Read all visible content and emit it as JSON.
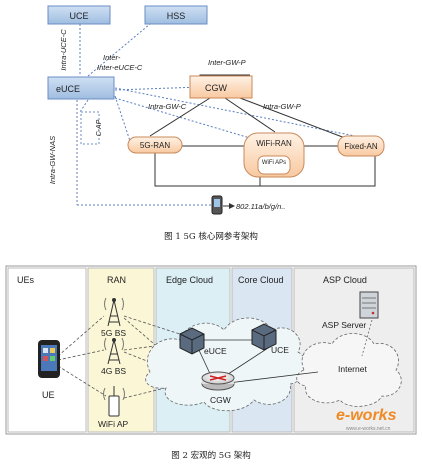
{
  "figure1": {
    "caption": "图 1   5G 核心网参考架构",
    "nodes": {
      "uce": "UCE",
      "hss": "HSS",
      "euce": "eUCE",
      "cgw": "CGW",
      "ran5g": "5G-RAN",
      "wifi_ran": "WiFi-RAN",
      "wifi_aps": "WiFi APs",
      "fixed_an": "Fixed-AN"
    },
    "links": {
      "intra_uce_c": "Intra-UCE-C",
      "inter_euce_c": "Inter-eUCE-C",
      "inter_gw_p": "Inter-GW-P",
      "intra_gw_c": "Intra-GW-C",
      "intra_gw_p": "Intra-GW-P",
      "c_ap": "C-AP",
      "intra_gw_nas": "Intra-GW-NAS",
      "radio": "802.11a/b/g/n.."
    }
  },
  "figure2": {
    "caption": "图 2   宏观的 5G 架构",
    "columns": {
      "ues": "UEs",
      "ran": "RAN",
      "edge_cloud": "Edge Cloud",
      "core_cloud": "Core Cloud",
      "asp_cloud": "ASP Cloud"
    },
    "labels": {
      "ue": "UE",
      "bs5g": "5G BS",
      "bs4g": "4G BS",
      "wifi_ap": "WiFi AP",
      "euce": "eUCE",
      "uce": "UCE",
      "cgw": "CGW",
      "asp_server": "ASP Server",
      "internet": "Internet"
    },
    "watermark": "e-works",
    "watermark_url": "www.e-works.net.cn",
    "colors": {
      "ran_bg": "#fbf7d6",
      "edge_bg": "#dbeff5",
      "core_bg": "#dbe6f3",
      "asp_bg": "#eeeeee"
    }
  }
}
